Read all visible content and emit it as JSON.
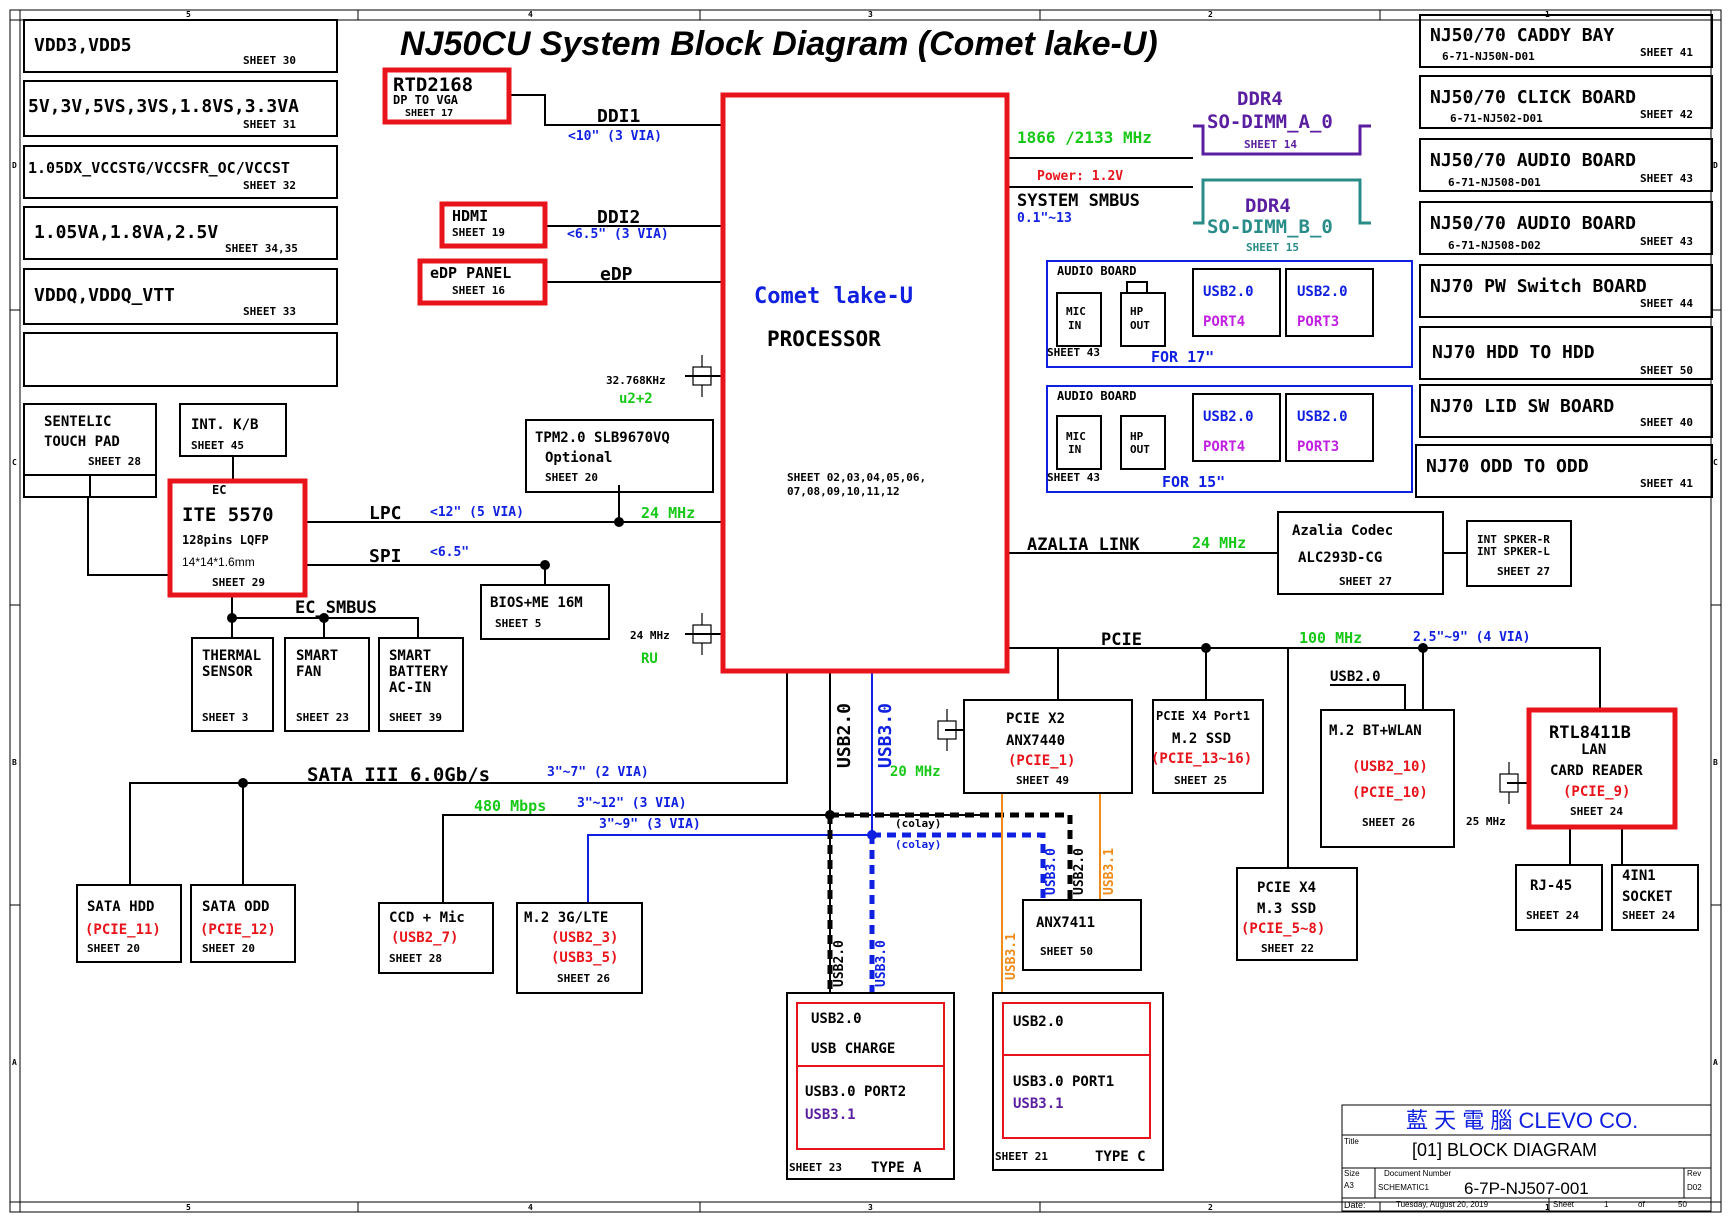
{
  "title": "NJ50CU System Block Diagram (Comet lake-U)",
  "border_cols": [
    "5",
    "4",
    "3",
    "2",
    "1"
  ],
  "border_rows": [
    "D",
    "C",
    "B",
    "A"
  ],
  "power": [
    {
      "label": "VDD3,VDD5",
      "sheet": "SHEET 30"
    },
    {
      "label": "5V,3V,5VS,3VS,1.8VS,3.3VA",
      "sheet": "SHEET 31"
    },
    {
      "label": "1.05DX_VCCSTG/VCCSFR_OC/VCCST",
      "sheet": "SHEET 32"
    },
    {
      "label": "1.05VA,1.8VA,2.5V",
      "sheet": "SHEET 34,35"
    },
    {
      "label": "VDDQ,VDDQ_VTT",
      "sheet": "SHEET 33"
    }
  ],
  "boards": [
    {
      "label": "NJ50/70 CADDY BAY",
      "code": "6-71-NJ50N-D01",
      "sheet": "SHEET 41"
    },
    {
      "label": "NJ50/70 CLICK BOARD",
      "code": "6-71-NJ502-D01",
      "sheet": "SHEET 42"
    },
    {
      "label": "NJ50/70  AUDIO BOARD",
      "code": "6-71-NJ508-D01",
      "sheet": "SHEET 43"
    },
    {
      "label": "NJ50/70  AUDIO BOARD",
      "code": "6-71-NJ508-D02",
      "sheet": "SHEET 43"
    },
    {
      "label": "NJ70 PW Switch BOARD",
      "code": "",
      "sheet": "SHEET 44"
    },
    {
      "label": "NJ70  HDD TO HDD",
      "code": "",
      "sheet": "SHEET 50"
    },
    {
      "label": "NJ70 LID SW BOARD",
      "code": "",
      "sheet": "SHEET 40"
    },
    {
      "label": "NJ70 ODD TO ODD",
      "code": "",
      "sheet": "SHEET 41"
    }
  ],
  "cpu": {
    "name": "Comet lake-U",
    "sub": "PROCESSOR",
    "sheets1": "SHEET 02,03,04,05,06,",
    "sheets2": "07,08,09,10,11,12"
  },
  "rtd": {
    "name": "RTD2168",
    "sub": "DP TO VGA",
    "sheet": "SHEET 17"
  },
  "hdmi": {
    "name": "HDMI",
    "sheet": "SHEET 19"
  },
  "edp_panel": {
    "name": "eDP PANEL",
    "sheet": "SHEET 16"
  },
  "links": {
    "ddi1": "DDI1",
    "ddi1_len": "<10\"  (3 VIA)",
    "ddi2": "DDI2",
    "ddi2_len": "<6.5\"  (3 VIA)",
    "edp": "eDP",
    "lpc": "LPC",
    "lpc_len": "<12\"  (5 VIA)",
    "lpc_freq": "24 MHz",
    "spi": "SPI",
    "spi_len": "<6.5\"",
    "ec_smbus": "EC_SMBUS",
    "sata": "SATA III 6.0Gb/s",
    "sata_len": "3\"~7\"  (2 VIA)",
    "usb_480": "480 Mbps",
    "usb_480_len": "3\"~12\"  (3 VIA)",
    "usb3_len": "3\"~9\"  (3 VIA)",
    "usb20_v": "USB2.0",
    "usb30_v": "USB3.0",
    "f20": "20 MHz",
    "colay1": "(colay)",
    "colay2": "(colay)",
    "azalia": "AZALIA LINK",
    "azalia_freq": "24 MHz",
    "pcie": "PCIE",
    "pcie_freq": "100 MHz",
    "pcie_len": "2.5\"~9\"  (4 VIA)",
    "usb20_bt": "USB2.0",
    "ddr_freq": "1866 /2133 MHz",
    "power_v": "Power: 1.2V",
    "smbus": "SYSTEM SMBUS",
    "smbus_len": "0.1\"~13",
    "usb20_tc": "USB2.0",
    "usb31_tc": "USB3.1",
    "usb30_tc": "USB3.0",
    "usb31_tc2": "USB3.1",
    "usb20_ta": "USB2.0",
    "usb30_ta": "USB3.0"
  },
  "clocks": {
    "x1": "32.768KHz",
    "x1b": "u2+2",
    "x2": "24 MHz",
    "x2b": "RU",
    "x3": "25 MHz"
  },
  "dimm_a": {
    "type": "DDR4",
    "name": "SO-DIMM_A_0",
    "sheet": "SHEET 14"
  },
  "dimm_b": {
    "type": "DDR4",
    "name": "SO-DIMM_B_0",
    "sheet": "SHEET 15"
  },
  "audio17": {
    "title": "AUDIO BOARD",
    "mic": "MIC",
    "mic2": "IN",
    "hp": "HP",
    "hp2": "OUT",
    "usb_a": "USB2.0",
    "port_a": "PORT4",
    "usb_b": "USB2.0",
    "port_b": "PORT3",
    "sheet": "SHEET 43",
    "for": "FOR 17\""
  },
  "audio15": {
    "title": "AUDIO BOARD",
    "mic": "MIC",
    "mic2": "IN",
    "hp": "HP",
    "hp2": "OUT",
    "usb_a": "USB2.0",
    "port_a": "PORT4",
    "usb_b": "USB2.0",
    "port_b": "PORT3",
    "sheet": "SHEET 43",
    "for": "FOR 15\""
  },
  "touchpad": {
    "l1": "SENTELIC",
    "l2": "TOUCH PAD",
    "sheet": "SHEET 28"
  },
  "kb": {
    "label": "INT. K/B",
    "sheet": "SHEET 45"
  },
  "ec": {
    "tag": "EC",
    "name": "ITE 5570",
    "pkg": "128pins LQFP",
    "dim": "14*14*1.6mm",
    "sheet": "SHEET 29"
  },
  "tpm": {
    "l1": "TPM2.0 SLB9670VQ",
    "l2": "Optional",
    "sheet": "SHEET 20"
  },
  "bios": {
    "label": "BIOS+ME 16M",
    "sheet": "SHEET 5"
  },
  "thermal": {
    "l1": "THERMAL",
    "l2": "SENSOR",
    "sheet": "SHEET 3"
  },
  "fan": {
    "l1": "SMART",
    "l2": "FAN",
    "sheet": "SHEET 23"
  },
  "battery": {
    "l1": "SMART",
    "l2": "BATTERY",
    "l3": "AC-IN",
    "sheet": "SHEET 39"
  },
  "sata_hdd": {
    "l1": "SATA HDD",
    "l2": "(PCIE_11)",
    "sheet": "SHEET 20"
  },
  "sata_odd": {
    "l1": "SATA ODD",
    "l2": "(PCIE_12)",
    "sheet": "SHEET 20"
  },
  "ccd": {
    "l1": "CCD + Mic",
    "l2": "(USB2_7)",
    "sheet": "SHEET 28"
  },
  "lte": {
    "l1": "M.2 3G/LTE",
    "l2": "(USB2_3)",
    "l3": "(USB3_5)",
    "sheet": "SHEET 26"
  },
  "anx7440": {
    "l1": "PCIE X2",
    "l2": "ANX7440",
    "l3": "(PCIE_1)",
    "sheet": "SHEET 49"
  },
  "ssd": {
    "l1": "PCIE X4 Port1",
    "l2": "M.2 SSD",
    "l3": "(PCIE_13~16)",
    "sheet": "SHEET 25"
  },
  "wlan": {
    "l1": "M.2 BT+WLAN",
    "l2": "(USB2_10)",
    "l3": "(PCIE_10)",
    "sheet": "SHEET 26"
  },
  "rtl": {
    "l1": "RTL8411B",
    "l2": "LAN",
    "l3": "CARD READER",
    "l4": "(PCIE_9)",
    "sheet": "SHEET 24"
  },
  "m3ssd": {
    "l1": "PCIE X4",
    "l2": "M.3 SSD",
    "l3": "(PCIE_5~8)",
    "sheet": "SHEET 22"
  },
  "rj45": {
    "l1": "RJ-45",
    "sheet": "SHEET 24"
  },
  "socket": {
    "l1": "4IN1",
    "l2": "SOCKET",
    "sheet": "SHEET 24"
  },
  "codec": {
    "l1": "Azalia Codec",
    "l2": "ALC293D-CG",
    "sheet": "SHEET 27"
  },
  "spk": {
    "l1": "INT SPKER-R",
    "l2": "INT SPKER-L",
    "sheet": "SHEET 27"
  },
  "anx7411": {
    "l1": "ANX7411",
    "sheet": "SHEET 50"
  },
  "typea": {
    "l1": "USB2.0",
    "l2": "USB CHARGE",
    "l3": "USB3.0 PORT2",
    "l4": "USB3.1",
    "sheet": "SHEET 23",
    "type": "TYPE A"
  },
  "typec": {
    "l1": "USB2.0",
    "l2": "USB3.0 PORT1",
    "l3": "USB3.1",
    "sheet": "SHEET 21",
    "type": "TYPE C"
  },
  "titleblock": {
    "company": "藍 天 電 腦  CLEVO CO.",
    "title_lbl": "Title",
    "title": "[01] BLOCK DIAGRAM",
    "size_lbl": "Size",
    "size": "A3",
    "docnum_lbl": "Document Number",
    "schem": "SCHEMATIC1",
    "docnum": "6-7P-NJ507-001",
    "rev_lbl": "Rev",
    "rev": "D02",
    "date_lbl": "Date:",
    "date": "Tuesday, August 20, 2019",
    "sheet_lbl": "Sheet",
    "sheet": "1",
    "of_lbl": "of",
    "of": "50"
  },
  "colors": {
    "red": "#e8141c",
    "blue": "#1020e0",
    "green": "#18c818",
    "purple": "#5a1ea0",
    "teal": "#2a8c88",
    "orange": "#f08a18"
  }
}
